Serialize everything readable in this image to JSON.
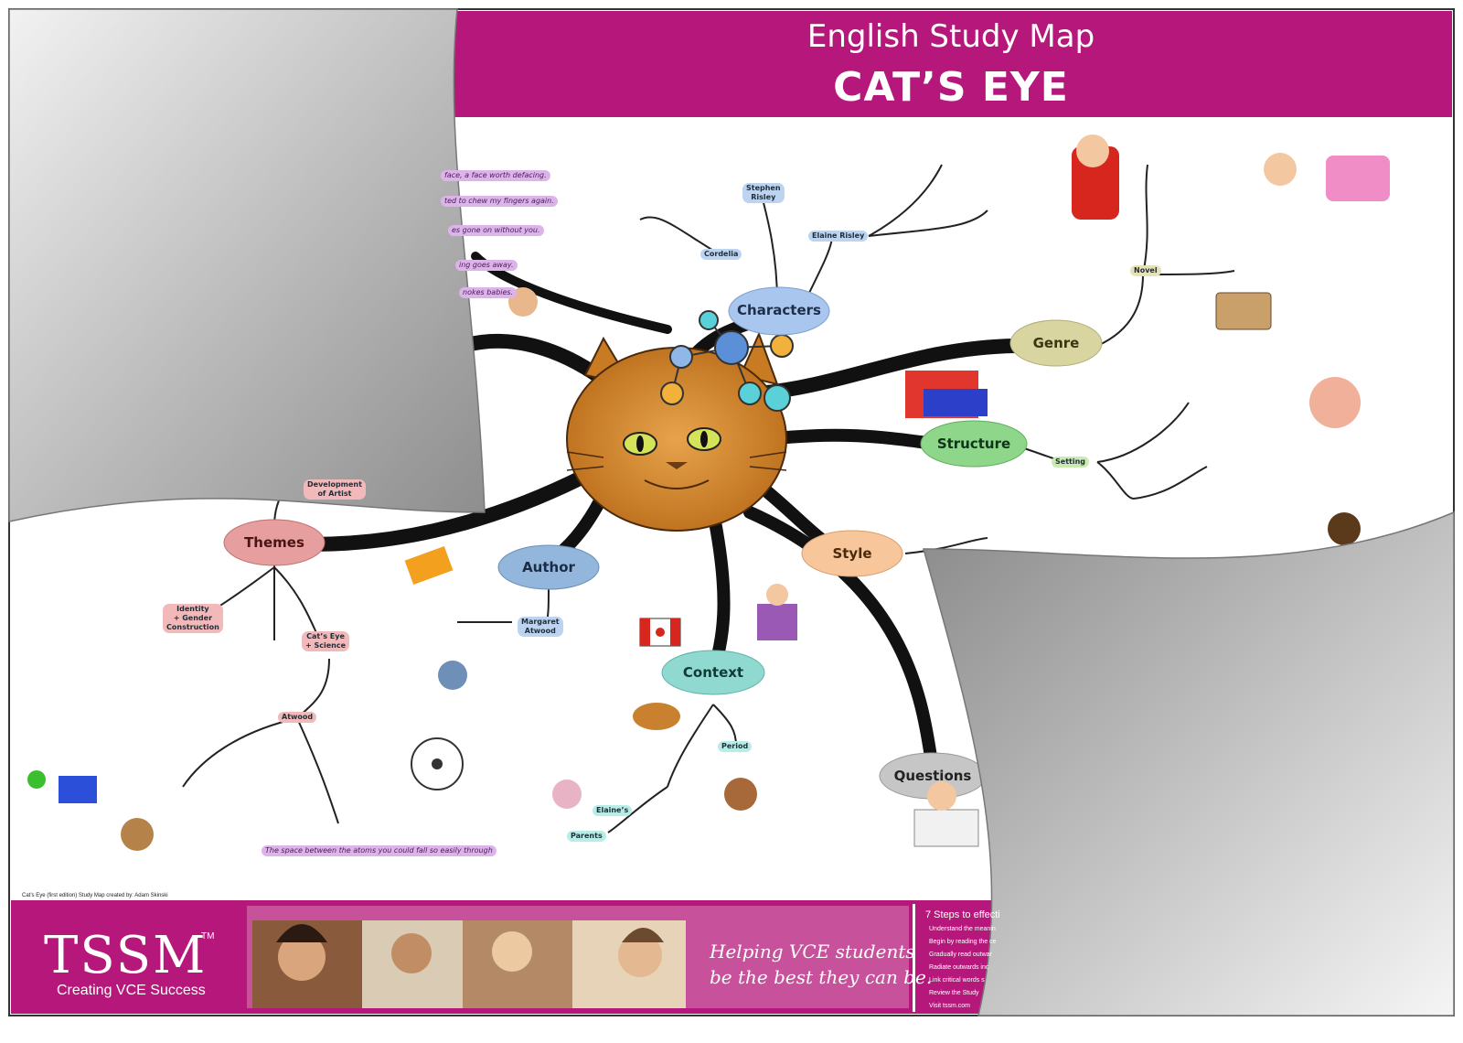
{
  "header": {
    "subtitle": "English Study Map",
    "title": "CAT’S EYE"
  },
  "branches": {
    "characters": "Characters",
    "genre": "Genre",
    "structure": "Structure",
    "style": "Style",
    "questions": "Questions",
    "context": "Context",
    "author": "Author",
    "themes": "Themes"
  },
  "sub_hubs": {
    "cordelia": "Cordelia",
    "stephen": "Stephen\nRisley",
    "elaine_risley": "Elaine Risley",
    "novel": "Novel",
    "setting": "Setting",
    "margaret": "Margaret\nAtwood",
    "identity": "Identity\n+ Gender\nConstruction",
    "science": "Cat’s Eye\n+ Science",
    "artist": "Development\nof Artist",
    "period": "Period",
    "parents": "Parents",
    "elaines": "Elaine’s",
    "atwood": "Atwood"
  },
  "quotes": [
    "face, a face worth defacing.",
    "ted to chew my fingers again.",
    "es gone on without you.",
    "ing goes away.",
    "nokes babies.",
    "The space between the atoms you could fall so easily through"
  ],
  "footer": {
    "credit": "Cat’s Eye (first edition) Study Map created by: Adam Skinski",
    "logo": "TSSM",
    "tm": "TM",
    "tagline": "Creating VCE Success",
    "helping_line1": "Helping VCE students",
    "helping_line2": "be the best they can be.",
    "steps_title": "7 Steps to effecti",
    "steps": [
      "Understand the meanin",
      "Begin by reading the ce",
      "Gradually read outwar",
      "Radiate outwards inc",
      "Link critical words s",
      "Review the Study",
      "Visit tssm.com"
    ]
  },
  "colors": {
    "magenta": "#b5187a",
    "hub_black": "#111111",
    "cat_orange": "#d78a2b"
  }
}
